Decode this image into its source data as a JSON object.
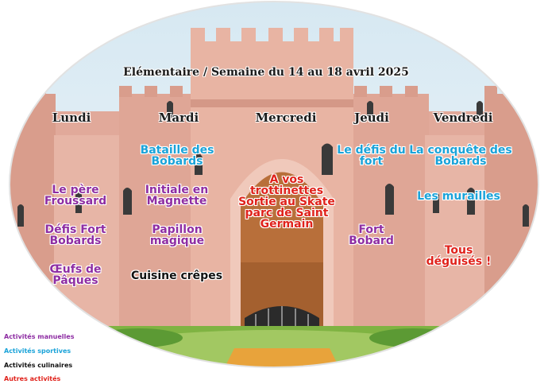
{
  "title": "Elémentaire / Semaine du 14 au 18 avril 2025",
  "colors": {
    "manual": "#8e2da3",
    "sport": "#1aa3d9",
    "culinary": "#111111",
    "other": "#e0221b"
  },
  "days": [
    "Lundi",
    "Mardi",
    "Mercredi",
    "Jeudi",
    "Vendredi"
  ],
  "activities": {
    "lundi_1": "Le père Froussard",
    "lundi_2": "Défis Fort Bobards",
    "lundi_3": "Œufs de Pâques",
    "mardi_1": "Bataille des Bobards",
    "mardi_2": "Initiale en Magnette",
    "mardi_3": "Papillon magique",
    "mardi_4": "Cuisine crêpes",
    "mercredi_1": "A vos trottinettes Sortie au Skate parc de Saint Germain",
    "jeudi_1": "Le défis du fort",
    "jeudi_2": "Fort Bobard",
    "vendredi_1": "La conquête des Bobards",
    "vendredi_2": "Les murailles",
    "vendredi_3": "Tous déguisés !"
  },
  "legend": {
    "manual": "Activités manuelles",
    "sport": "Activités sportives",
    "culinary": "Activités culinaires",
    "other": "Autres activités"
  }
}
